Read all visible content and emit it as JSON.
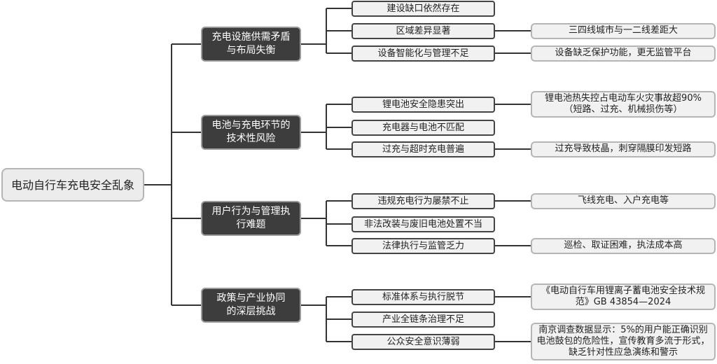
{
  "root": "电动自行车充电安全乱象",
  "branches": [
    {
      "label": "充电设施供需矛盾与布局失衡",
      "lines": [
        "充电设施供需矛盾",
        "与布局失衡"
      ],
      "children": [
        {
          "label": "建设缺口依然存在",
          "detail": null
        },
        {
          "label": "区域差异显著",
          "detail": "三四线城市与一二线差距大"
        },
        {
          "label": "设备智能化与管理不足",
          "detail": "设备缺乏保护功能，更无监管平台"
        }
      ]
    },
    {
      "label": "电池与充电环节的技术性风险",
      "lines": [
        "电池与充电环节的",
        "技术性风险"
      ],
      "children": [
        {
          "label": "锂电池安全隐患突出",
          "detail": "锂电池热失控占电动车火灾事故超90%（短路、过充、机械损伤等）"
        },
        {
          "label": "充电器与电池不匹配",
          "detail": null
        },
        {
          "label": "过充与超时充电普遍",
          "detail": "过充导致枝晶，刺穿隔膜印发短路"
        }
      ]
    },
    {
      "label": "用户行为与管理执行难题",
      "lines": [
        "用户行为与管理执",
        "行难题"
      ],
      "children": [
        {
          "label": "违规充电行为屡禁不止",
          "detail": "飞线充电、入户充电等"
        },
        {
          "label": "非法改装与废旧电池处置不当",
          "detail": null
        },
        {
          "label": "法律执行与监管乏力",
          "detail": "巡检、取证困难，执法成本高"
        }
      ]
    },
    {
      "label": "政策与产业协同的深层挑战",
      "lines": [
        "政策与产业协同",
        "的深层挑战"
      ],
      "children": [
        {
          "label": "标准体系与执行脱节",
          "detail": "《电动自行车用锂离子蓄电池安全技术规范》GB 43854—2024"
        },
        {
          "label": "产业全链条治理不足",
          "detail": null
        },
        {
          "label": "公众安全意识薄弱",
          "detail": "南京调查数据显示：5%的用户能正确识别电池鼓包的危险性，宣传教育多流于形式，缺乏针对性应急演练和警示"
        }
      ]
    }
  ]
}
